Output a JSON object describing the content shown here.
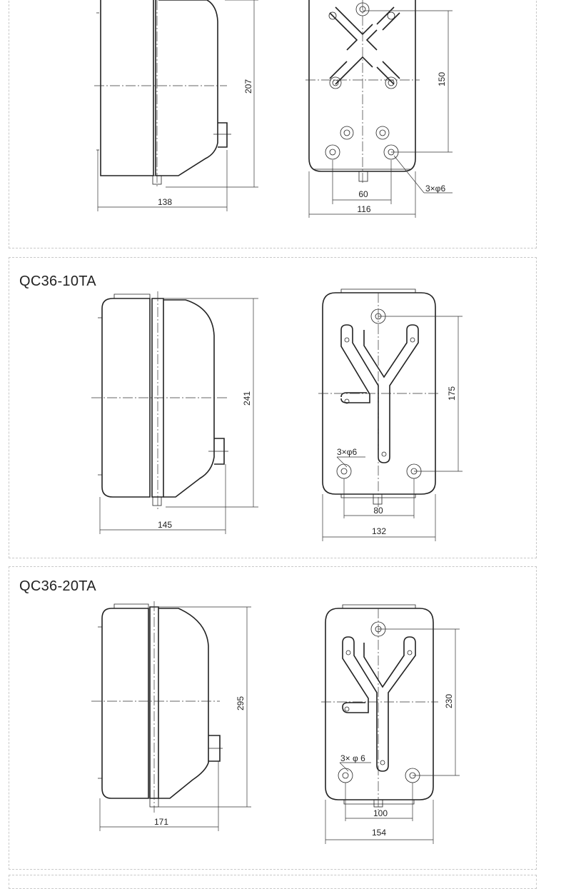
{
  "models": [
    {
      "model": "",
      "side_width": "138",
      "side_height": "207",
      "front_width": "116",
      "front_hole_spacing": "60",
      "front_vertical": "150",
      "holes": "3×φ6"
    },
    {
      "model": "QC36-10TA",
      "side_width": "145",
      "side_height": "241",
      "front_width": "132",
      "front_hole_spacing": "80",
      "front_vertical": "175",
      "holes": "3×φ6"
    },
    {
      "model": "QC36-20TA",
      "side_width": "171",
      "side_height": "295",
      "front_width": "154",
      "front_hole_spacing": "100",
      "front_vertical": "230",
      "holes": "3× φ 6"
    }
  ]
}
